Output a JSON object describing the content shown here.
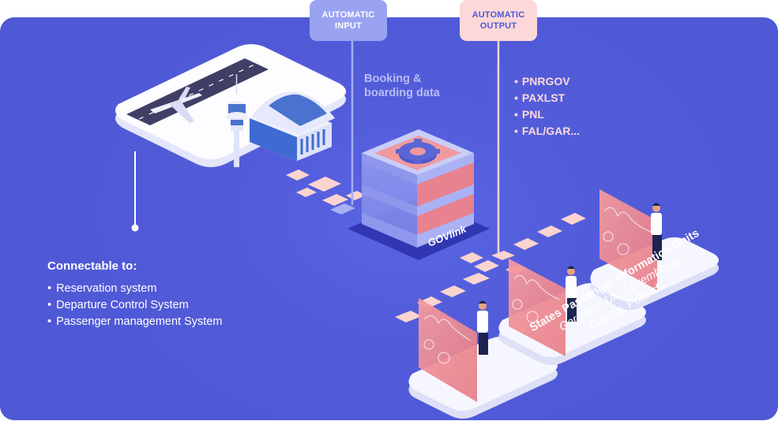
{
  "colors": {
    "background": "#5058d8",
    "input_tag": "#9aa3f1",
    "output_tag": "#fcd8d8",
    "accent_pink": "#f08e92",
    "platform": "#f3f4fd"
  },
  "tags": {
    "input": "AUTOMATIC\nINPUT",
    "output": "AUTOMATIC\nOUTPUT"
  },
  "input_data": {
    "line1": "Booking &",
    "line2": "boarding data"
  },
  "output_formats": [
    "PNRGOV",
    "PAXLST",
    "PNL",
    "FAL/GAR..."
  ],
  "connectable": {
    "title": "Connectable to:",
    "items": [
      "Reservation system",
      "Departure Control System",
      "Passenger management System"
    ]
  },
  "hub": {
    "label": "GOVlink"
  },
  "destinations": {
    "title": "States Passenger Information Units",
    "line2": "Germany, UK, Luxembourg,",
    "line3": "Croatia, Poland..."
  },
  "icons": {
    "airport": "airport-icon",
    "plane": "airplane-icon",
    "tower": "control-tower-icon",
    "gear": "gear-icon",
    "officer": "officer-icon",
    "dashboard": "dashboard-screen-icon"
  }
}
